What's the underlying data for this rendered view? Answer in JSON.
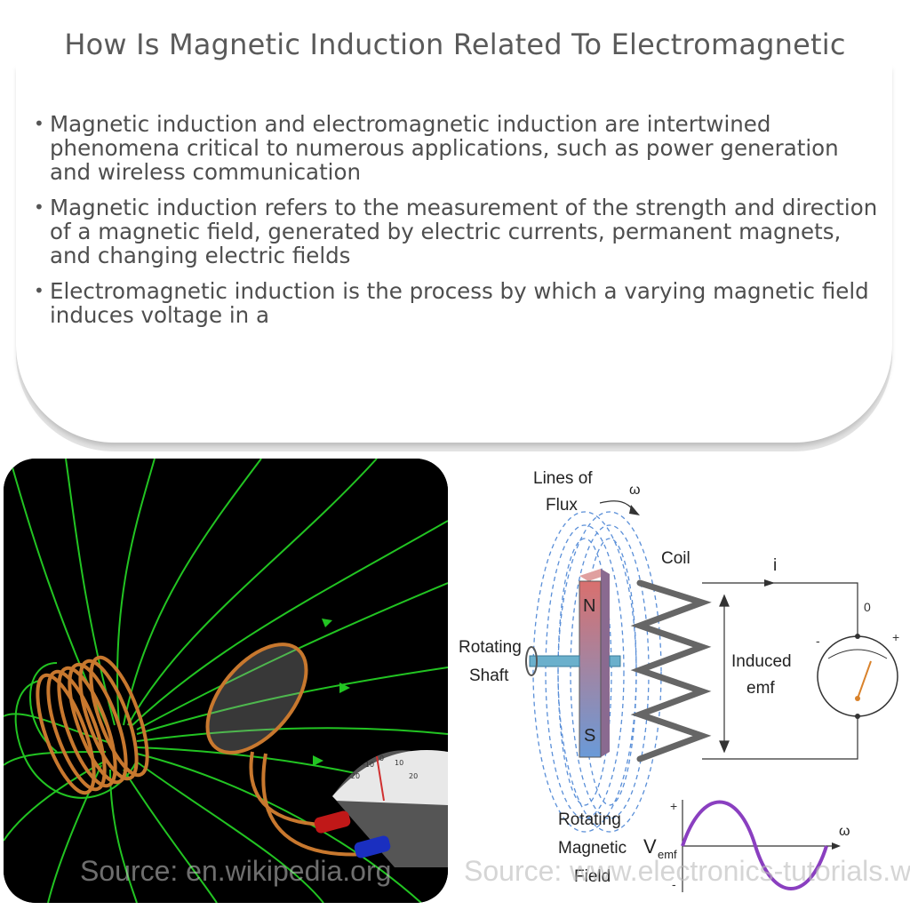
{
  "title": "How Is Magnetic Induction Related To Electromagnetic Induction?",
  "bullets": [
    "Magnetic induction and electromagnetic induction are intertwined phenomena critical to numerous applications, such as power generation and wireless communication",
    "Magnetic induction refers to the measurement of the strength and direction of a magnetic field, generated by electric currents, permanent magnets, and changing electric fields",
    "Electromagnetic induction is the process by which a varying magnetic field induces voltage in a"
  ],
  "images": {
    "left": {
      "source": "Source: en.wikipedia.org",
      "meter_ticks": [
        "-20",
        "-10",
        "0",
        "10",
        "20"
      ]
    },
    "right": {
      "source": "Source: www.electronics-tutorials.ws",
      "labels": {
        "lines_of_flux_1": "Lines of",
        "lines_of_flux_2": "Flux",
        "omega_top": "ω",
        "coil": "Coil",
        "current": "i",
        "induced_1": "Induced",
        "induced_2": "emf",
        "rotating_shaft_1": "Rotating",
        "rotating_shaft_2": "Shaft",
        "north": "N",
        "south": "S",
        "meter_zero": "0",
        "meter_minus": "-",
        "meter_plus": "+",
        "rot_field_1": "Rotating",
        "rot_field_2": "Magnetic",
        "rot_field_3": "Field",
        "vemf_v": "V",
        "vemf_sub": "emf",
        "wave_plus": "+",
        "wave_minus": "-",
        "omega_axis": "ω"
      }
    }
  },
  "colors": {
    "field_lines": "#22c422",
    "coil_copper": "#c8782e",
    "wave": "#8a3fc0",
    "flux_dashes": "#5a8fd8",
    "magnet_n": "#d9706e",
    "magnet_s": "#6a9ad8"
  }
}
